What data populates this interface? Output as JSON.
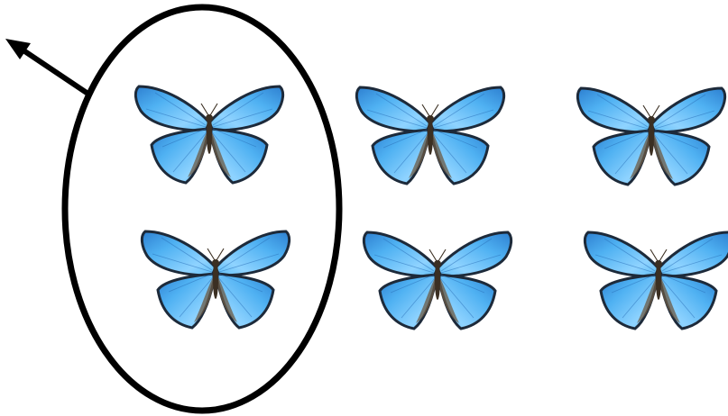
{
  "diagram": {
    "rows": 2,
    "columns": 3,
    "butterfly_count": 6,
    "grouped_count": 2,
    "icons": {
      "butterfly": "butterfly-icon",
      "group_outline": "ellipse-outline",
      "pointer": "arrow-icon"
    },
    "colors": {
      "wing_light": "#8fd3ff",
      "wing_mid": "#4fb1f2",
      "wing_dark": "#2d7fd0",
      "wing_edge": "#1d2a3a",
      "body": "#3b2f22",
      "outline": "#000000",
      "background": "#ffffff"
    }
  }
}
